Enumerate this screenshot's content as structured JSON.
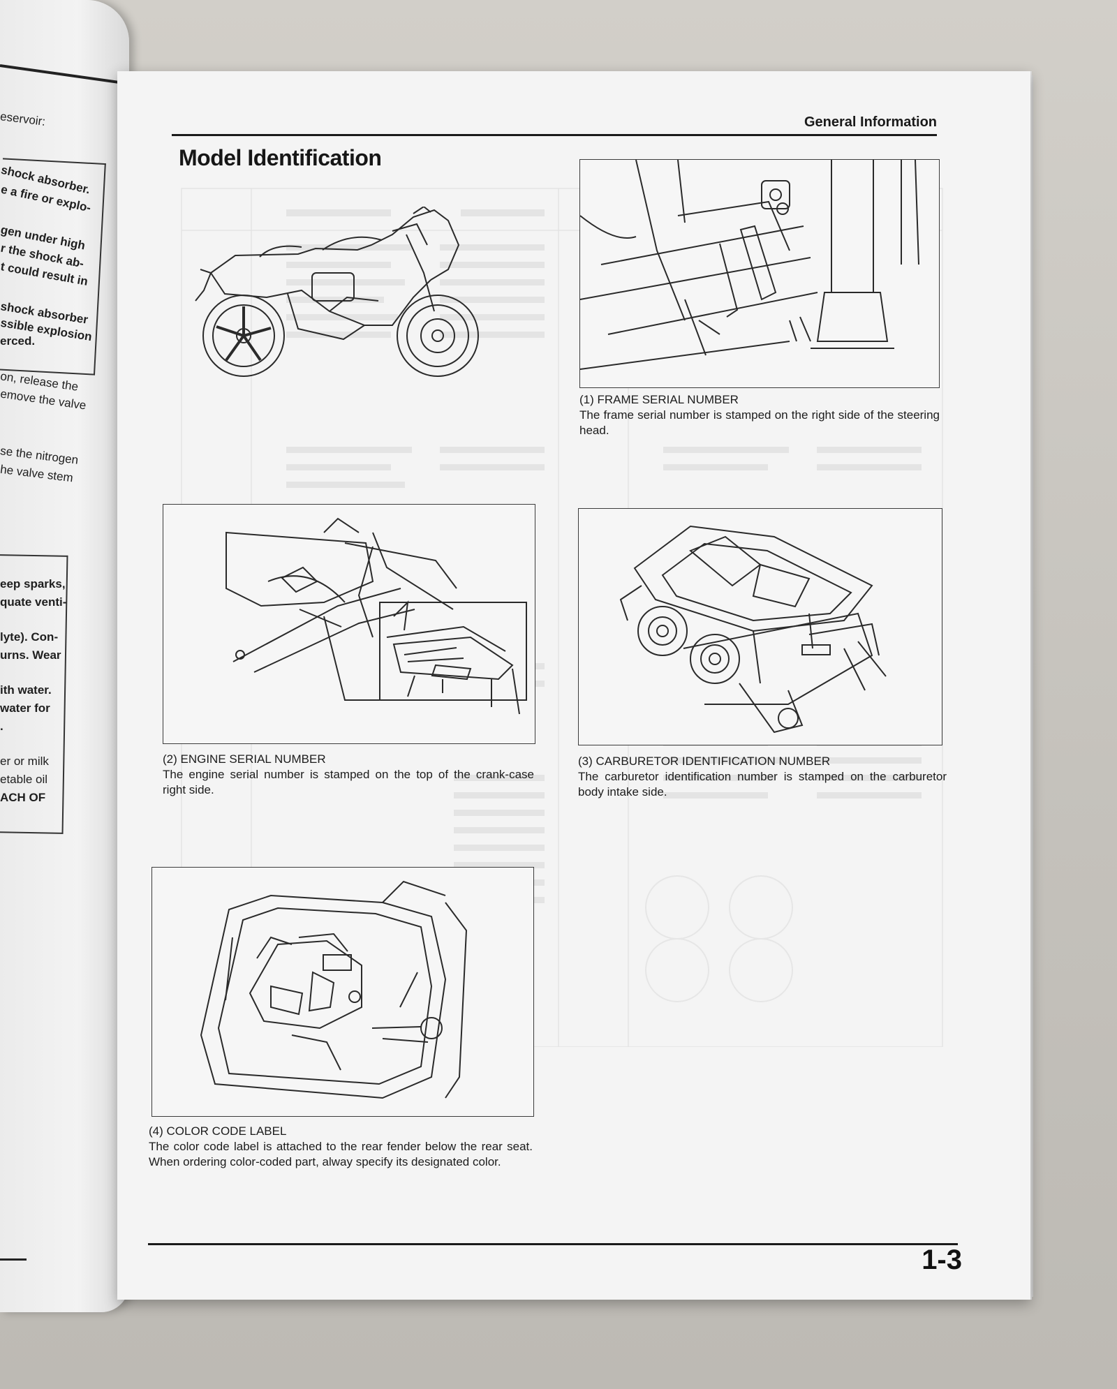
{
  "left_page": {
    "fragments": [
      "eservoir:",
      "shock absorber.",
      "e a fire or explo-",
      "gen under high",
      "r the shock ab-",
      "t could result in",
      "shock absorber",
      "ssible explosion",
      "erced.",
      "on, release the",
      "emove the valve",
      "se the nitrogen",
      "he valve stem",
      "eep sparks,",
      "quate venti-",
      "lyte). Con-",
      "urns. Wear",
      "ith water.",
      "water for",
      ".",
      "er or milk",
      "etable oil",
      "ACH OF"
    ]
  },
  "page": {
    "header": "General Information",
    "title": "Model Identification",
    "figures": [
      {
        "label": "(1) FRAME SERIAL NUMBER",
        "text": "The frame serial number is stamped on the right side of the steering head."
      },
      {
        "label": "(2) ENGINE SERIAL NUMBER",
        "text": "The engine serial number is stamped on the top of the crank-case right side."
      },
      {
        "label": "(3) CARBURETOR IDENTIFICATION NUMBER",
        "text": "The carburetor identification number is stamped on the carburetor body intake side."
      },
      {
        "label": "(4) COLOR CODE LABEL",
        "text": "The color code label is attached to the rear fender below the rear seat. When ordering color-coded part, alway specify its designated color."
      }
    ],
    "page_number": "1-3"
  },
  "colors": {
    "ink": "#1a1a1a",
    "paper": "#f4f4f4",
    "table": "#c6c3bd"
  }
}
